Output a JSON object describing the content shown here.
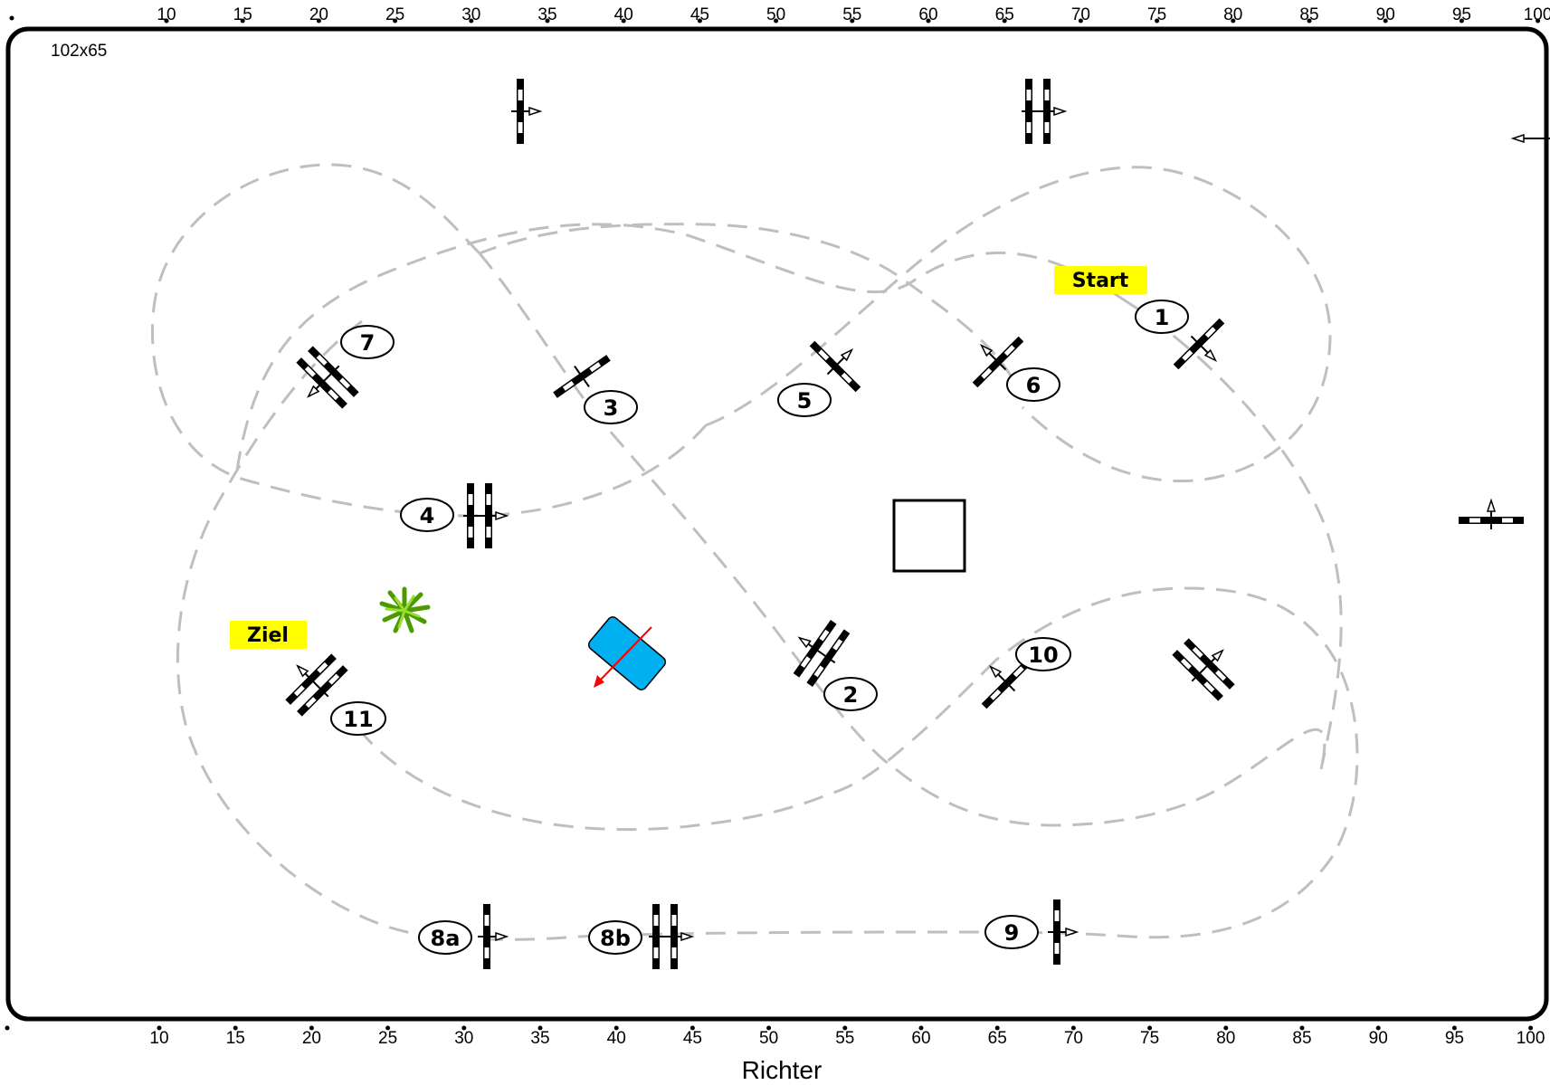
{
  "arena": {
    "size_label": "102x65",
    "judge_label": "Richter"
  },
  "ruler": {
    "top_ticks": [
      "10",
      "15",
      "20",
      "25",
      "30",
      "35",
      "40",
      "45",
      "50",
      "55",
      "60",
      "65",
      "70",
      "75",
      "80",
      "85",
      "90",
      "95",
      "100"
    ],
    "bottom_ticks": [
      "10",
      "15",
      "20",
      "25",
      "30",
      "35",
      "40",
      "45",
      "50",
      "55",
      "60",
      "65",
      "70",
      "75",
      "80",
      "85",
      "90",
      "95",
      "100"
    ]
  },
  "labels": {
    "start": "Start",
    "finish": "Ziel"
  },
  "obstacles": {
    "o1": "1",
    "o2": "2",
    "o3": "3",
    "o4": "4",
    "o5": "5",
    "o6": "6",
    "o7": "7",
    "o8a": "8a",
    "o8b": "8b",
    "o9": "9",
    "o10": "10",
    "o11": "11"
  },
  "colors": {
    "label_highlight": "#ffff00",
    "course_line": "#bfbfbf",
    "water_fill": "#00b0f0",
    "direction_arrow": "#ff0000",
    "plant": "#66cc00"
  },
  "icons": [
    "jump-icon",
    "oxer-icon",
    "plant-icon",
    "water-obstacle-icon",
    "arrow-icon"
  ]
}
